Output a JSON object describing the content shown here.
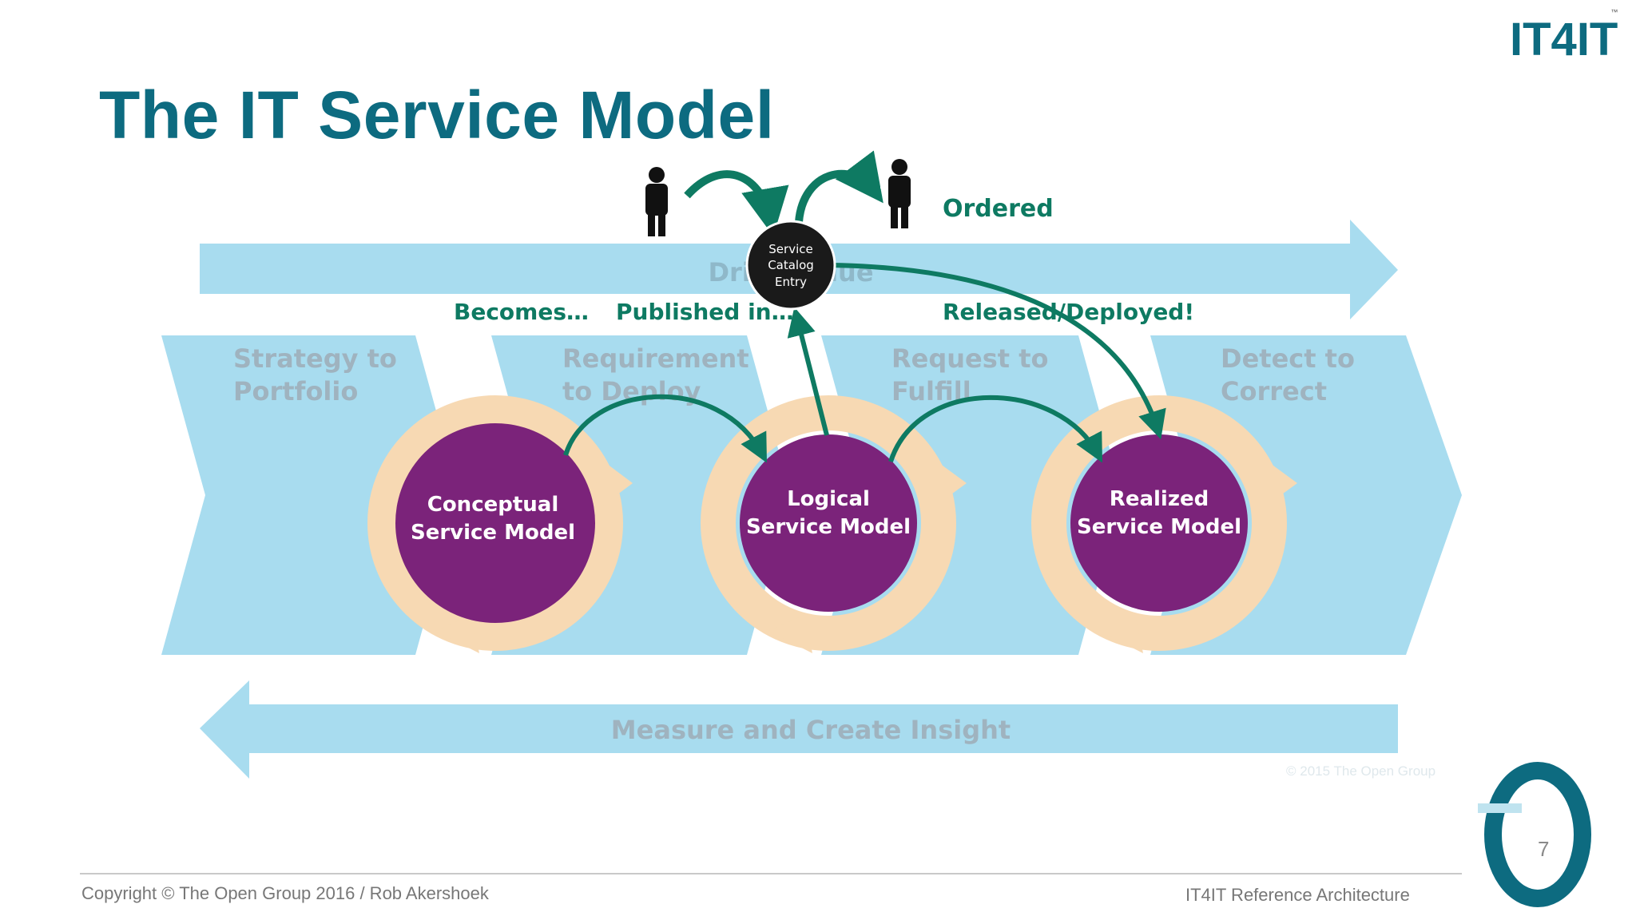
{
  "slide": {
    "title": "The IT Service Model",
    "page_number": "7",
    "footer_left": "Copyright © The Open Group 2016 / Rob Akershoek",
    "footer_right": "IT4IT Reference Architecture",
    "watermark": "© 2015 The Open Group"
  },
  "logo": {
    "text_left": "IT",
    "text_mid": "4",
    "text_right": "IT",
    "trademark": "™"
  },
  "diagram": {
    "top_band_label": "Drive Value",
    "bottom_band_label": "Measure and Create Insight",
    "streams": [
      {
        "line1": "Strategy to",
        "line2": "Portfolio"
      },
      {
        "line1": "Requirement",
        "line2": "to Deploy"
      },
      {
        "line1": "Request to",
        "line2": "Fulfill"
      },
      {
        "line1": "Detect to",
        "line2": "Correct"
      }
    ],
    "models": [
      {
        "line1": "Conceptual",
        "line2": "Service Model"
      },
      {
        "line1": "Logical",
        "line2": "Service  Model"
      },
      {
        "line1": "Realized",
        "line2": "Service Model"
      }
    ],
    "catalog": {
      "line1": "Service",
      "line2": "Catalog",
      "line3": "Entry"
    },
    "labels": {
      "ordered": "Ordered",
      "becomes": "Becomes…",
      "published": "Published in…",
      "released": "Released/Deployed!"
    }
  },
  "colors": {
    "band": "#a8dcef",
    "model_purple": "#7b237a",
    "ring_peach": "#f7d9b3",
    "arrow_green": "#0e7a62",
    "label_green": "#0e7a62",
    "stream_text": "#9fb3bf",
    "title_teal": "#0d6b80",
    "catalog_dark": "#1a1a1a"
  }
}
